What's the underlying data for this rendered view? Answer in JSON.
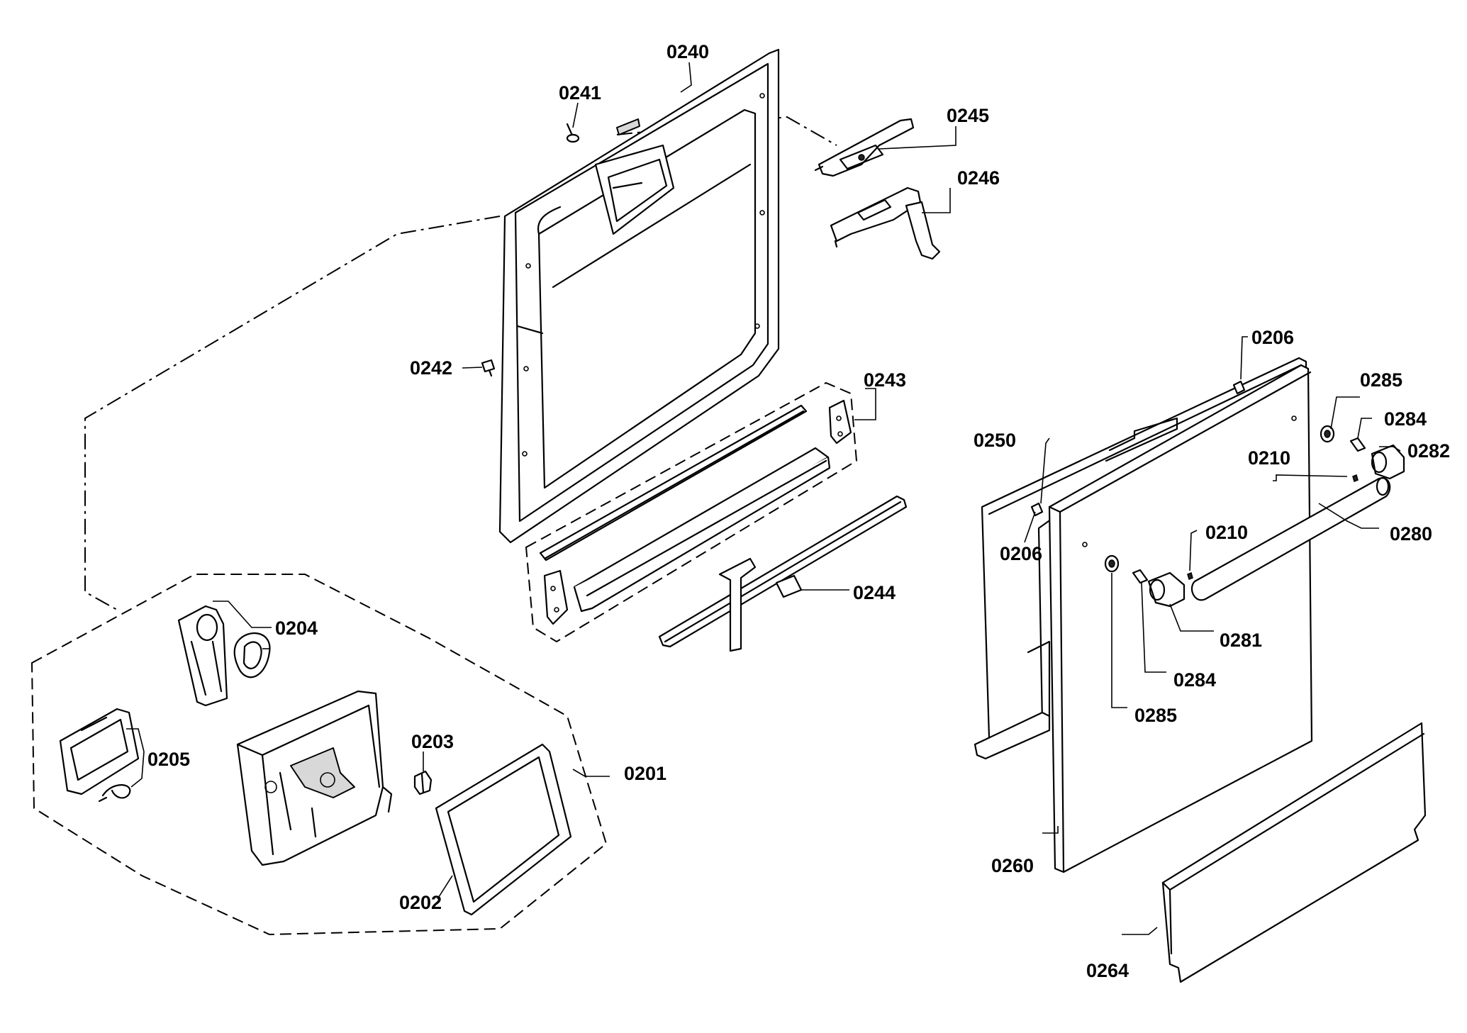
{
  "labels": {
    "l0240": "0240",
    "l0241": "0241",
    "l0242": "0242",
    "l0243": "0243",
    "l0244": "0244",
    "l0245": "0245",
    "l0246": "0246",
    "l0201": "0201",
    "l0202": "0202",
    "l0203": "0203",
    "l0204": "0204",
    "l0205": "0205",
    "l0206a": "0206",
    "l0206b": "0206",
    "l0210a": "0210",
    "l0210b": "0210",
    "l0250": "0250",
    "l0260": "0260",
    "l0264": "0264",
    "l0280": "0280",
    "l0281": "0281",
    "l0282": "0282",
    "l0284a": "0284",
    "l0284b": "0284",
    "l0285a": "0285",
    "l0285b": "0285"
  }
}
